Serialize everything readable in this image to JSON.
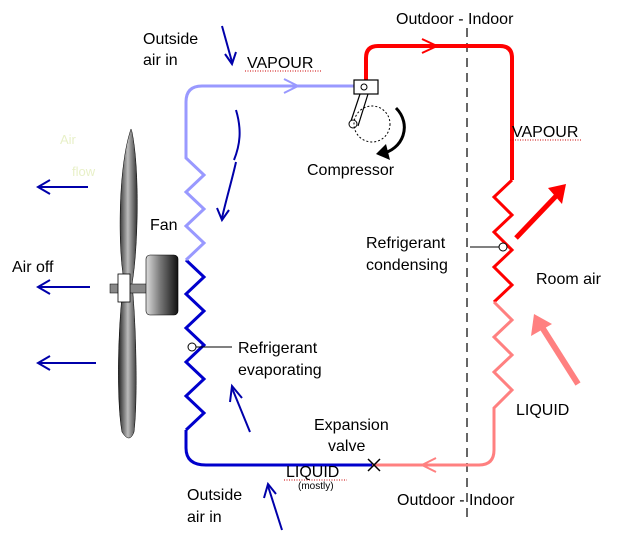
{
  "labels": {
    "outdoor_indoor_top": "Outdoor - Indoor",
    "outdoor_indoor_bottom": "Outdoor - Indoor",
    "outside_air_in_top": [
      "Outside",
      "air in"
    ],
    "outside_air_in_bottom": [
      "Outside",
      "air in"
    ],
    "vapour_left": "VAPOUR",
    "vapour_right": "VAPOUR",
    "compressor": "Compressor",
    "fan": "Fan",
    "air_off": "Air off",
    "air_on_faint": [
      "Air",
      "flow"
    ],
    "refrigerant_condensing": [
      "Refrigerant",
      "condensing"
    ],
    "room_air": "Room air",
    "refrigerant_evaporating": [
      "Refrigerant",
      "evaporating"
    ],
    "liquid_right": "LIQUID",
    "expansion_valve": [
      "Expansion",
      "valve"
    ],
    "liquid_bottom": "LIQUID",
    "liquid_bottom_note": "(mostly)"
  },
  "colors": {
    "hot": "#ff0000",
    "hot_light": "#ff8080",
    "cold": "#0000cc",
    "cold_light": "#9999ff",
    "arrow_blue": "#0000aa"
  }
}
